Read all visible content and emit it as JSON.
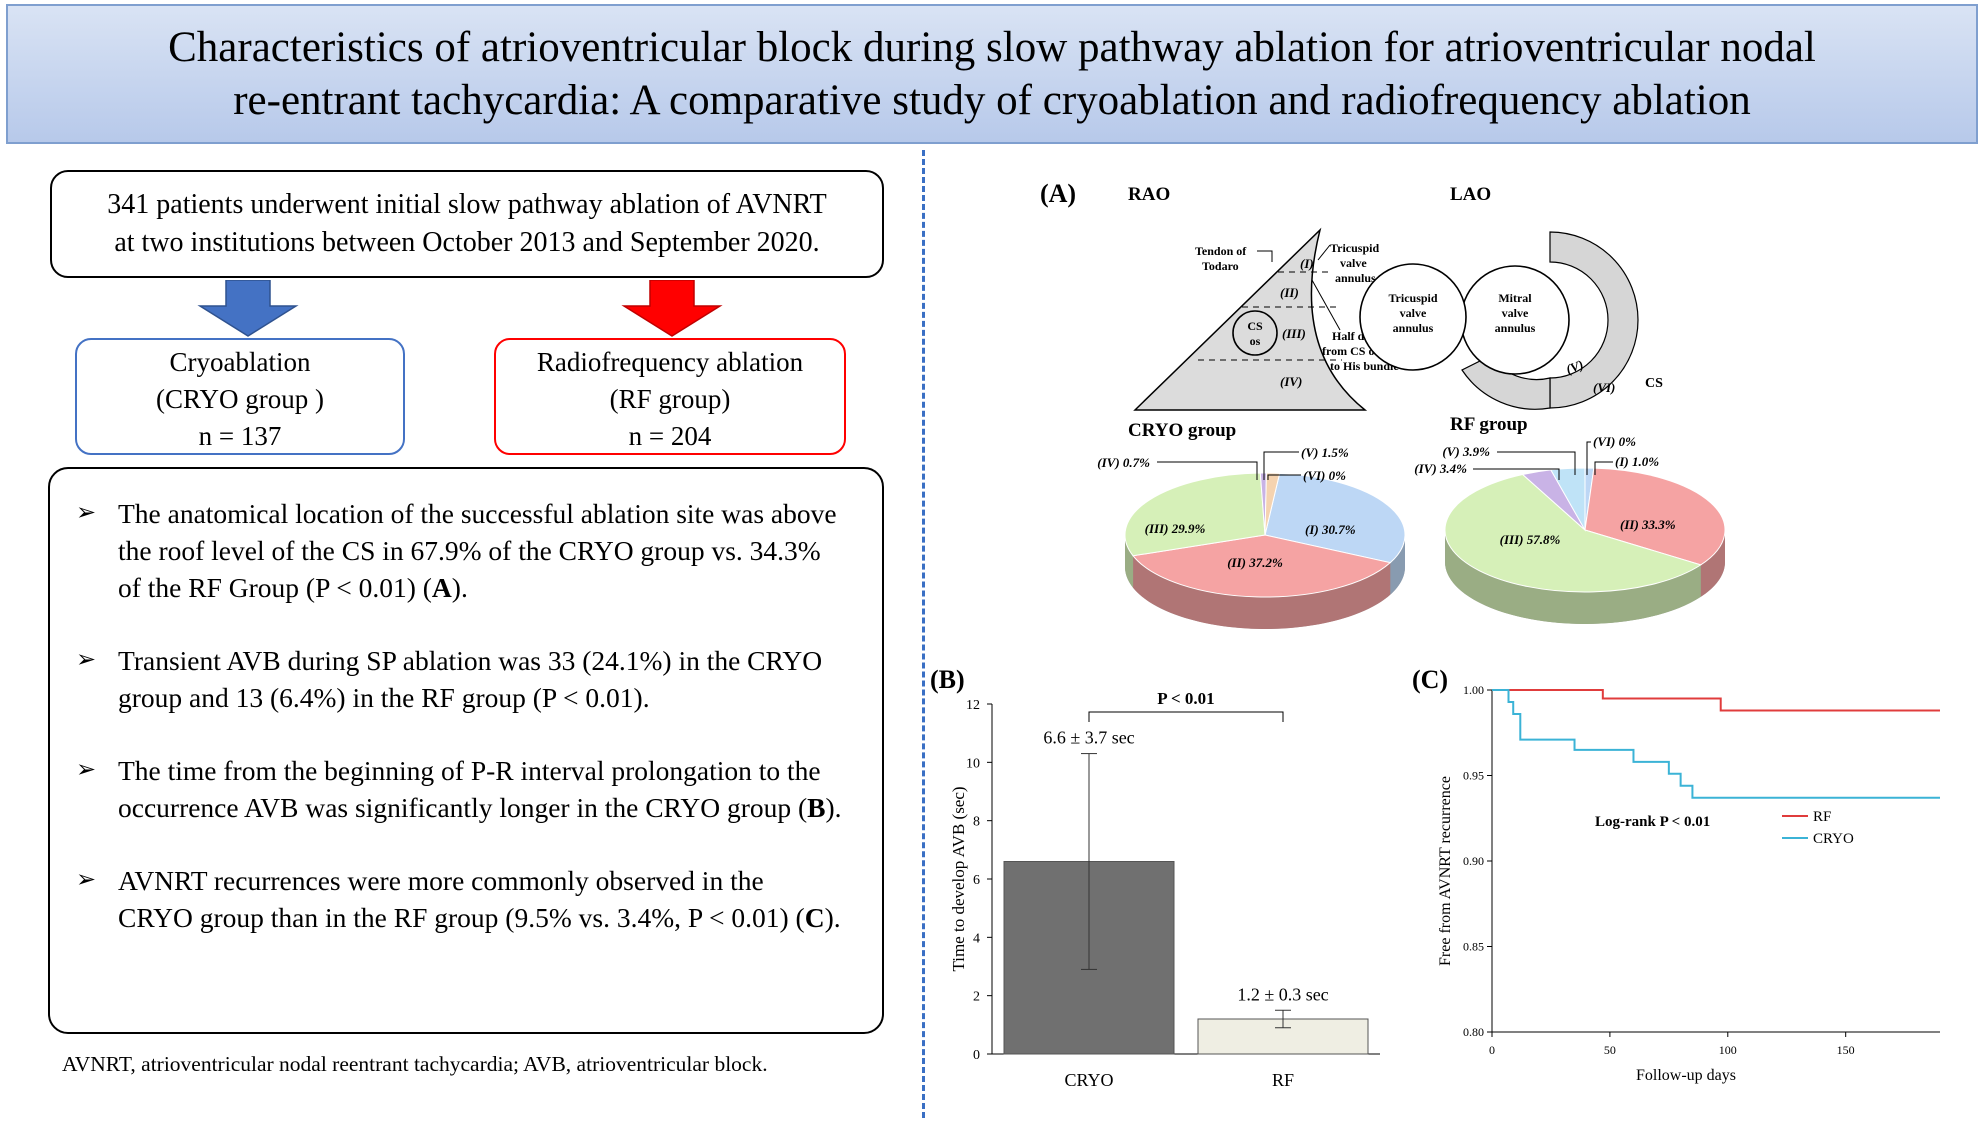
{
  "title": {
    "line1": "Characteristics of atrioventricular block during slow pathway ablation for atrioventricular nodal",
    "line2": "re-entrant tachycardia: A comparative study of cryoablation and radiofrequency ablation"
  },
  "intro": {
    "line1": "341 patients underwent initial slow pathway ablation of AVNRT",
    "line2": "at two institutions between October 2013 and September 2020."
  },
  "groups": {
    "cryo": {
      "line1": "Cryoablation",
      "line2": "(CRYO group )",
      "line3": "n = 137"
    },
    "rf": {
      "line1": "Radiofrequency ablation",
      "line2": "(RF group)",
      "line3": "n = 204"
    }
  },
  "findings": [
    {
      "pre": "The anatomical location of the successful ablation site was above the roof level of the CS in 67.9% of the CRYO group vs. 34.3% of the RF Group (P < 0.01) (",
      "bold": "A",
      "post": ")."
    },
    {
      "pre": "Transient AVB during SP ablation was 33 (24.1%) in the CRYO group and 13 (6.4%) in the RF group (P < 0.01).",
      "bold": "",
      "post": ""
    },
    {
      "pre": "The time from the beginning of P-R interval prolongation to the occurrence AVB was significantly longer in the CRYO group (",
      "bold": "B",
      "post": ")."
    },
    {
      "pre": "AVNRT recurrences were more commonly observed in the CRYO group than in the RF group (9.5% vs. 3.4%, P < 0.01) (",
      "bold": "C",
      "post": ")."
    }
  ],
  "bullet_glyph": "➢",
  "footnote": "AVNRT, atrioventricular nodal reentrant tachycardia; AVB, atrioventricular block.",
  "colors": {
    "cryo": "#4472c4",
    "rf": "#ff0000",
    "km_rf": "#e03c3c",
    "km_cryo": "#3bb3d6"
  },
  "panel_a": {
    "label": "(A)",
    "rao": "RAO",
    "lao": "LAO",
    "tendon": [
      "Tendon of",
      "Todaro"
    ],
    "tricuspid": [
      "Tricuspid",
      "valve",
      "annulus"
    ],
    "half": [
      "Half distance",
      "from CS os roof",
      "to His bundle"
    ],
    "cs_os": [
      "CS",
      "os"
    ],
    "zones": [
      "(I)",
      "(II)",
      "(III)",
      "(IV)"
    ],
    "lao_tricuspid": [
      "Tricuspid",
      "valve",
      "annulus"
    ],
    "mitral": [
      "Mitral",
      "valve",
      "annulus"
    ],
    "lao_zones": [
      "(V)",
      "(VI)"
    ],
    "cs": "CS",
    "cryo_title": "CRYO group",
    "rf_title": "RF group",
    "cryo_pie": [
      {
        "label": "(I) 30.7%",
        "value": 30.7,
        "color": "#bdd7f5"
      },
      {
        "label": "(II) 37.2%",
        "value": 37.2,
        "color": "#f5a3a3"
      },
      {
        "label": "(III) 29.9%",
        "value": 29.9,
        "color": "#d6f0b8"
      },
      {
        "label": "(IV) 0.7%",
        "value": 0.7,
        "color": "#c9b3e6"
      },
      {
        "label": "(V) 1.5%",
        "value": 1.5,
        "color": "#f5d3b0"
      },
      {
        "label": "(VI) 0%",
        "value": 0,
        "color": "#cccccc"
      }
    ],
    "rf_pie": [
      {
        "label": "(I) 1.0%",
        "value": 1.0,
        "color": "#bdd7f5"
      },
      {
        "label": "(II) 33.3%",
        "value": 33.3,
        "color": "#f5a3a3"
      },
      {
        "label": "(III) 57.8%",
        "value": 57.8,
        "color": "#d6f0b8"
      },
      {
        "label": "(IV) 3.4%",
        "value": 3.4,
        "color": "#c9b3e6"
      },
      {
        "label": "(V) 3.9%",
        "value": 3.9,
        "color": "#bfe3f7"
      },
      {
        "label": "(VI) 0%",
        "value": 0,
        "color": "#cccccc"
      }
    ]
  },
  "chart_data": [
    {
      "type": "bar",
      "panel": "(B)",
      "categories": [
        "CRYO",
        "RF"
      ],
      "values": [
        6.6,
        1.2
      ],
      "errors": [
        3.7,
        0.3
      ],
      "value_labels": [
        "6.6 ± 3.7 sec",
        "1.2 ± 0.3 sec"
      ],
      "colors": [
        "#707070",
        "#efeee3"
      ],
      "ylabel": "Time to develop AVB (sec)",
      "ylim": [
        0,
        12
      ],
      "yticks": [
        0,
        2,
        4,
        6,
        8,
        10,
        12
      ],
      "annotation": "P < 0.01"
    },
    {
      "type": "line",
      "panel": "(C)",
      "xlabel": "Follow-up days",
      "ylabel": "Free from AVNRT recurrence",
      "xlim": [
        0,
        190
      ],
      "ylim": [
        0.8,
        1.0
      ],
      "xticks": [
        0,
        50,
        100,
        150
      ],
      "yticks": [
        0.8,
        0.85,
        0.9,
        0.95,
        1.0
      ],
      "ytick_labels": [
        "0.80",
        "0.85",
        "0.90",
        "0.95",
        "1.00"
      ],
      "annotation": "Log-rank P < 0.01",
      "legend": "right",
      "series": [
        {
          "name": "RF",
          "x": [
            0,
            47,
            47,
            97,
            97,
            190
          ],
          "y": [
            1.0,
            1.0,
            0.995,
            0.995,
            0.988,
            0.988
          ]
        },
        {
          "name": "CRYO",
          "x": [
            0,
            7,
            7,
            9,
            9,
            12,
            12,
            35,
            35,
            60,
            60,
            75,
            75,
            80,
            80,
            85,
            85,
            190
          ],
          "y": [
            1.0,
            1.0,
            0.993,
            0.993,
            0.986,
            0.986,
            0.971,
            0.971,
            0.965,
            0.965,
            0.958,
            0.958,
            0.951,
            0.951,
            0.944,
            0.944,
            0.937,
            0.937
          ]
        }
      ]
    }
  ]
}
